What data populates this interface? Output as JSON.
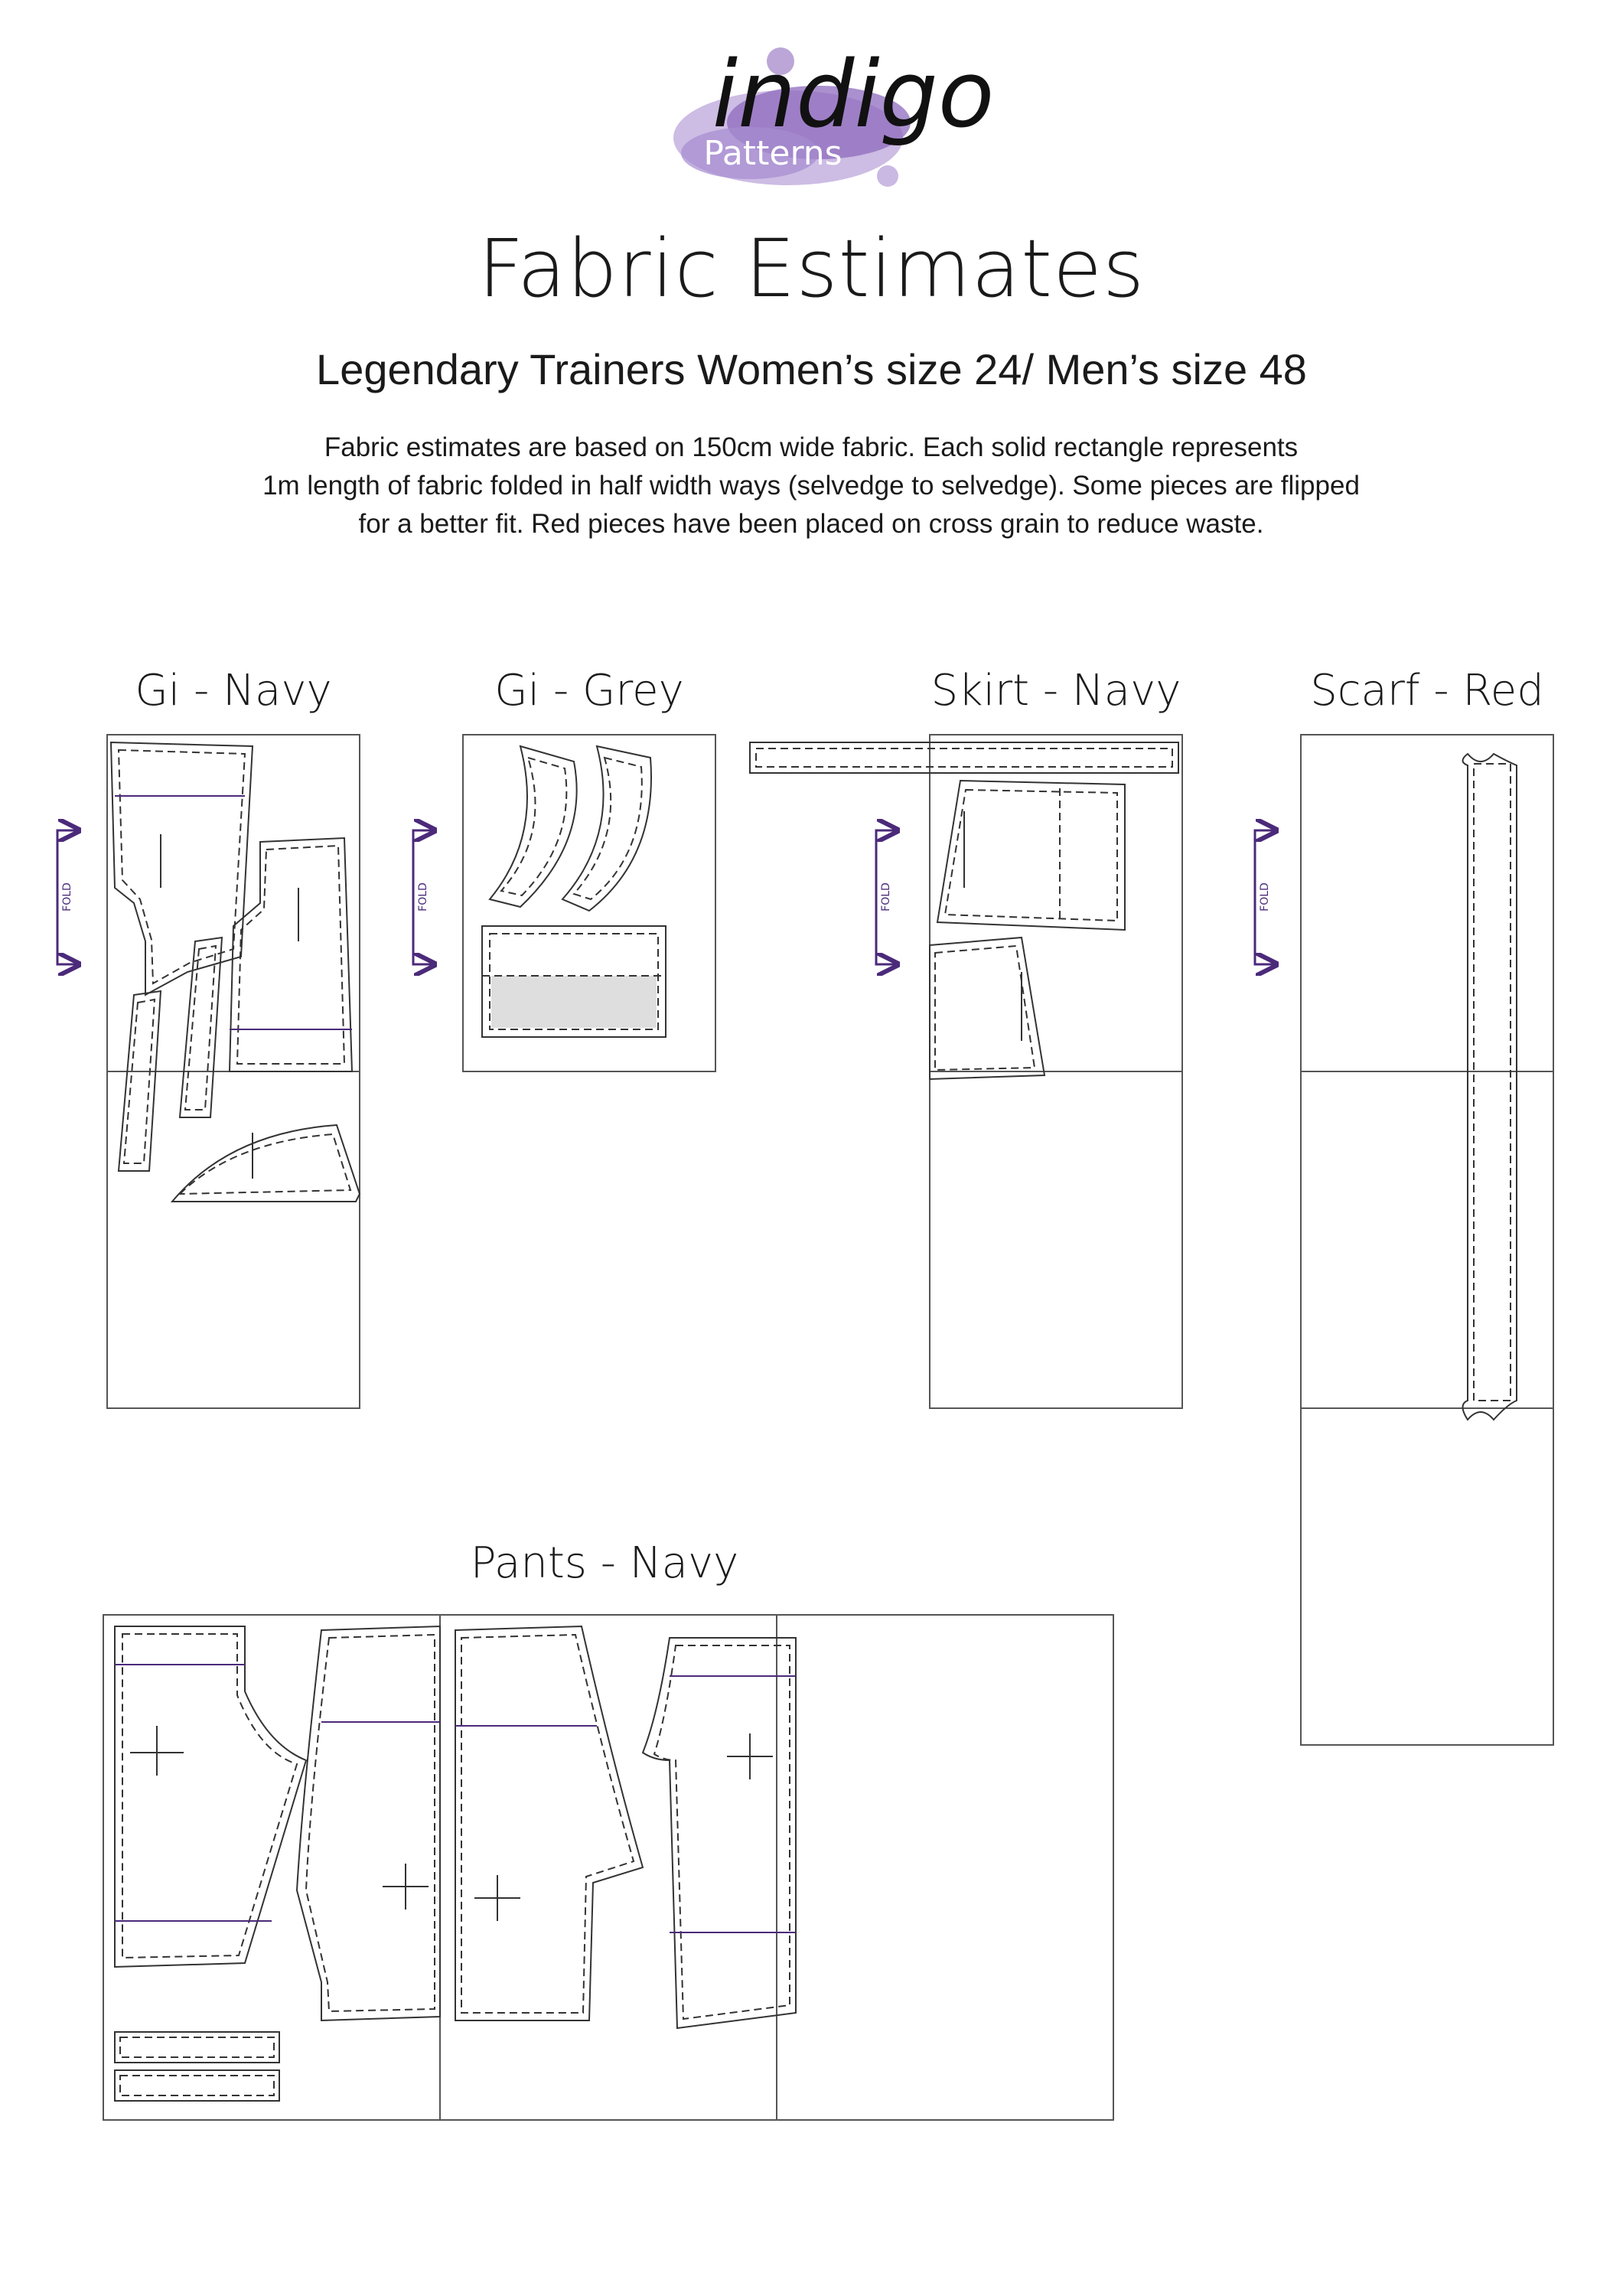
{
  "logo": {
    "script_text": "indigo",
    "sub_text": "Patterns",
    "splash_color": "#8e6bbd",
    "splash_color_light": "#c4b0df"
  },
  "title": "Fabric Estimates",
  "subtitle": "Legendary Trainers Women’s size 24/ Men’s size 48",
  "description": [
    "Fabric estimates are based on 150cm wide fabric. Each solid rectangle represents",
    "1m length of fabric folded in half width ways (selvedge to selvedge). Some pieces are flipped",
    "for a better fit. Red pieces have been placed on cross grain to reduce waste."
  ],
  "fold_label": "FOLD",
  "fold_color": "#4b2a7a",
  "layouts": [
    {
      "label": "Gi - Navy"
    },
    {
      "label": "Gi - Grey"
    },
    {
      "label": "Skirt - Navy"
    },
    {
      "label": "Scarf - Red"
    },
    {
      "label": "Pants - Navy"
    }
  ]
}
